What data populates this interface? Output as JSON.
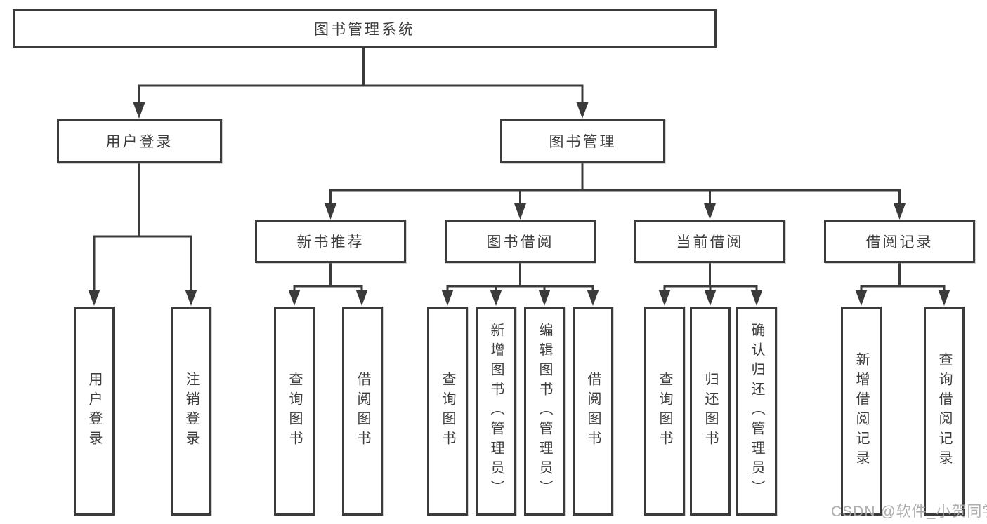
{
  "diagram": {
    "root": {
      "label": "图书管理系统"
    },
    "level2": [
      {
        "id": "user-login",
        "label": "用户登录"
      },
      {
        "id": "book-management",
        "label": "图书管理"
      }
    ],
    "level3": [
      {
        "id": "new-book-recommend",
        "label": "新书推荐",
        "parent": "图书管理"
      },
      {
        "id": "book-borrow",
        "label": "图书借阅",
        "parent": "图书管理"
      },
      {
        "id": "current-borrow",
        "label": "当前借阅",
        "parent": "图书管理"
      },
      {
        "id": "borrow-records",
        "label": "借阅记录",
        "parent": "图书管理"
      }
    ],
    "leaves": [
      {
        "label": "用户登录",
        "parent": "用户登录"
      },
      {
        "label": "注销登录",
        "parent": "用户登录"
      },
      {
        "label": "查询图书",
        "parent": "新书推荐"
      },
      {
        "label": "借阅图书",
        "parent": "新书推荐"
      },
      {
        "label": "查询图书",
        "parent": "图书借阅"
      },
      {
        "label": "新增图书（管理员）",
        "parent": "图书借阅"
      },
      {
        "label": "编辑图书（管理员）",
        "parent": "图书借阅"
      },
      {
        "label": "借阅图书",
        "parent": "图书借阅"
      },
      {
        "label": "查询图书",
        "parent": "当前借阅"
      },
      {
        "label": "归还图书",
        "parent": "当前借阅"
      },
      {
        "label": "确认归还（管理员）",
        "parent": "当前借阅"
      },
      {
        "label": "新增借阅记录",
        "parent": "借阅记录"
      },
      {
        "label": "查询借阅记录",
        "parent": "借阅记录"
      }
    ]
  },
  "watermark": {
    "text": "CSDN @软件_小贺同学"
  },
  "colors": {
    "line": "#3b3b3b",
    "box_border": "#3b3b3b",
    "text": "#3d3d3d",
    "watermark": "#aaaaaa",
    "background": "#ffffff"
  }
}
